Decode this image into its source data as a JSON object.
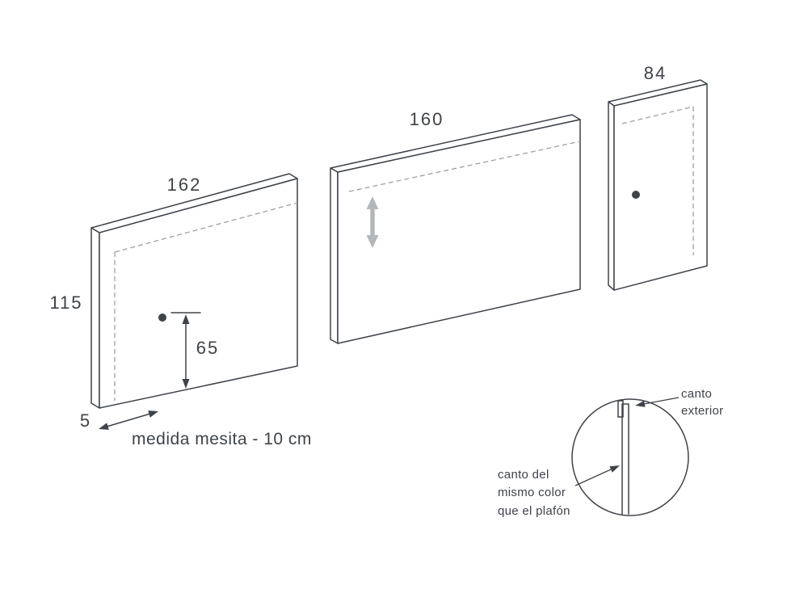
{
  "diagram": {
    "left_panel": {
      "width_label": "162",
      "height_label": "115",
      "thickness_label": "5",
      "hole_dim_label": "65",
      "caption": "medida mesita - 10 cm"
    },
    "middle_panel": {
      "width_label": "160"
    },
    "right_panel": {
      "width_label": "84"
    },
    "detail": {
      "label_right_line1": "canto",
      "label_right_line2": "exterior",
      "label_left_line1": "canto del",
      "label_left_line2": "mismo color",
      "label_left_line3": "que el plafón"
    }
  },
  "icons": {
    "vertical_adjust_arrow": "double-arrow-vertical-icon",
    "mount_dot": "mounting-hole-dot"
  },
  "colors": {
    "line": "#3e434a",
    "dash": "#9ba1a7",
    "gray_arrow": "#b4b7ba",
    "bg": "#ffffff"
  }
}
